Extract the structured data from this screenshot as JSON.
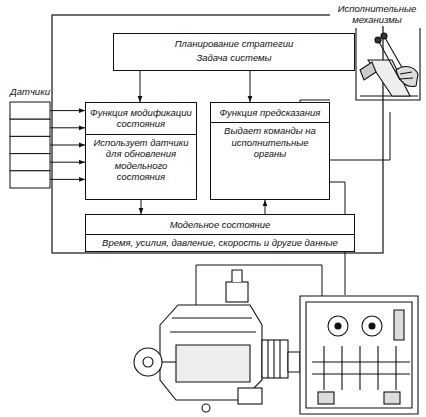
{
  "diagram": {
    "nodes": [
      {
        "text": [
          "Датчики"
        ]
      },
      {
        "text": [
          "Планирование стратегии",
          "Задача системы"
        ]
      },
      {
        "text": [
          "Функция модификации состояния",
          "Использует датчики для обновления модельного состояния"
        ]
      },
      {
        "text": [
          "Функция предсказания",
          "Выдает команды на исполнительные органы"
        ]
      },
      {
        "text": [
          "Модельное состояние",
          "Время, усилия, давление, скорость и другие данные"
        ]
      }
    ],
    "edges": [
      {
        "from": 0,
        "to": 2,
        "arrow": "to"
      },
      {
        "from": 1,
        "to": 2,
        "arrow": "to"
      },
      {
        "from": 1,
        "to": 3,
        "arrow": "to"
      },
      {
        "from": 2,
        "to": 4,
        "arrow": "to"
      },
      {
        "from": 4,
        "to": 3,
        "arrow": "to"
      }
    ],
    "labels": [
      "Исполнительные механизмы"
    ]
  }
}
